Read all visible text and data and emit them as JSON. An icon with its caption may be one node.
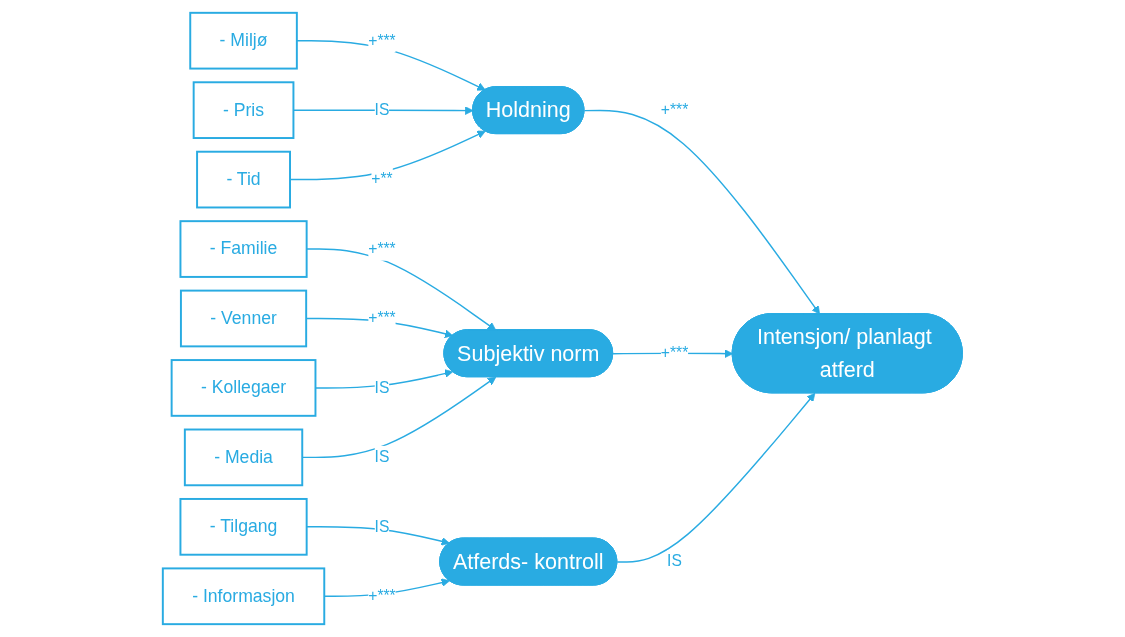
{
  "diagram": {
    "nodes": [
      {
        "text": [
          "- Miljø"
        ]
      },
      {
        "text": [
          "- Pris"
        ]
      },
      {
        "text": [
          "- Tid"
        ]
      },
      {
        "text": [
          "Holdning"
        ]
      },
      {
        "text": [
          "- Familie"
        ]
      },
      {
        "text": [
          "- Venner"
        ]
      },
      {
        "text": [
          "- Kollegaer"
        ]
      },
      {
        "text": [
          "- Media"
        ]
      },
      {
        "text": [
          "Subjektiv norm"
        ]
      },
      {
        "text": [
          "- Tilgang"
        ]
      },
      {
        "text": [
          "- Informasjon"
        ]
      },
      {
        "text": [
          "Atferds- kontroll"
        ]
      },
      {
        "text": [
          "Intensjon/ planlagt atferd"
        ]
      }
    ],
    "edges": [
      {
        "from": 0,
        "to": 3,
        "arrow": "to",
        "label": "+***"
      },
      {
        "from": 1,
        "to": 3,
        "arrow": "to",
        "label": "IS"
      },
      {
        "from": 2,
        "to": 3,
        "arrow": "to",
        "label": "+**"
      },
      {
        "from": 4,
        "to": 8,
        "arrow": "to",
        "label": "+***"
      },
      {
        "from": 5,
        "to": 8,
        "arrow": "to",
        "label": "+***"
      },
      {
        "from": 6,
        "to": 8,
        "arrow": "to",
        "label": "IS"
      },
      {
        "from": 7,
        "to": 8,
        "arrow": "to",
        "label": "IS"
      },
      {
        "from": 9,
        "to": 11,
        "arrow": "to",
        "label": "IS"
      },
      {
        "from": 10,
        "to": 11,
        "arrow": "to",
        "label": "+***"
      },
      {
        "from": 3,
        "to": 12,
        "arrow": "to",
        "label": "+***"
      },
      {
        "from": 8,
        "to": 12,
        "arrow": "to",
        "label": "+***"
      },
      {
        "from": 11,
        "to": 12,
        "arrow": "to",
        "label": "IS"
      }
    ]
  }
}
